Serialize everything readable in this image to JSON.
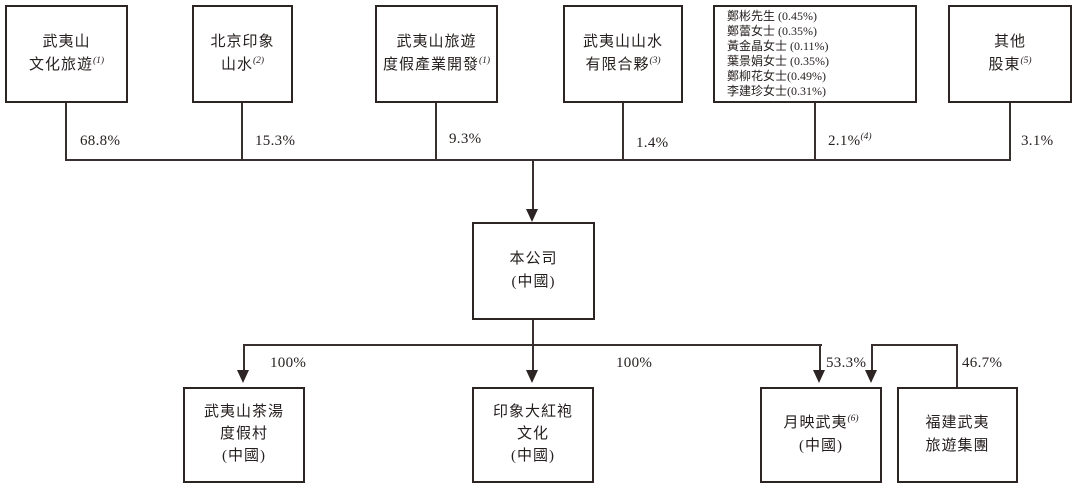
{
  "colors": {
    "line": "#38302e",
    "border": "#2c2523",
    "text": "#241f1e",
    "background": "#ffffff"
  },
  "company": {
    "name": "本公司",
    "country": "(中國)"
  },
  "top_shareholders": [
    {
      "name_lines": [
        "武夷山",
        "文化旅遊"
      ],
      "footnote": "(1)",
      "ownership": "68.8%"
    },
    {
      "name_lines": [
        "北京印象",
        "山水"
      ],
      "footnote": "(2)",
      "ownership": "15.3%"
    },
    {
      "name_lines": [
        "武夷山旅遊",
        "度假產業開發"
      ],
      "footnote": "(1)",
      "ownership": "9.3%"
    },
    {
      "name_lines": [
        "武夷山山水",
        "有限合夥"
      ],
      "footnote": "(3)",
      "ownership": "1.4%"
    },
    {
      "name_lines": [],
      "ownership": "2.1%",
      "ownership_footnote": "(4)"
    },
    {
      "name_lines": [
        "其他",
        "股東"
      ],
      "footnote": "(5)",
      "ownership": "3.1%"
    }
  ],
  "individual_shareholders": [
    "鄭彬先生 (0.45%)",
    "鄭蕾女士 (0.35%)",
    "黃金晶女士 (0.11%)",
    "葉景娟女士 (0.35%)",
    "鄭柳花女士(0.49%)",
    "李建珍女士(0.31%)"
  ],
  "subsidiaries": [
    {
      "name_lines": [
        "武夷山茶湯",
        "度假村"
      ],
      "country": "(中國)",
      "ownership": "100%"
    },
    {
      "name_lines": [
        "印象大紅袍",
        "文化"
      ],
      "country": "(中國)",
      "ownership": "100%"
    },
    {
      "name_lines": [
        "月映武夷"
      ],
      "footnote": "(6)",
      "country": "(中國)",
      "ownership": "53.3%"
    },
    {
      "name_lines": [
        "福建武夷",
        "旅遊集團"
      ],
      "ownership": "46.7%"
    }
  ]
}
